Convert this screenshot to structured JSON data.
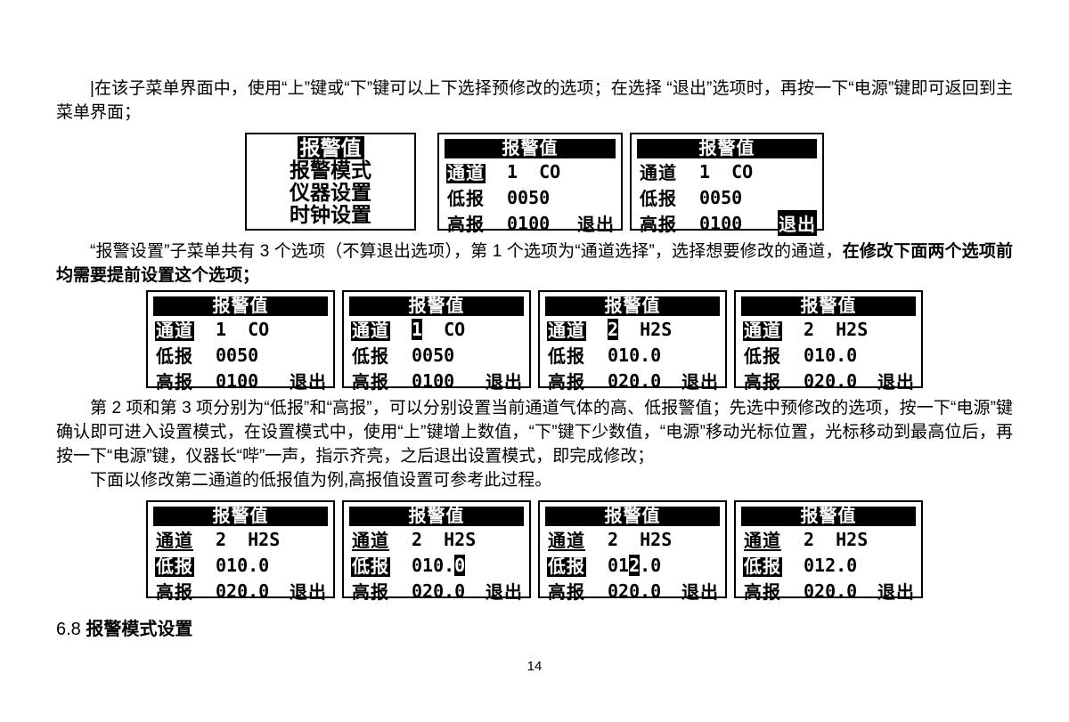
{
  "colors": {
    "text": "#000000",
    "background": "#ffffff",
    "lcd_invert_bg": "#000000",
    "lcd_invert_fg": "#ffffff"
  },
  "paragraphs": {
    "p1": "|在该子菜单界面中，使用“上”键或“下”键可以上下选择预修改的选项；在选择 “退出”选项时，再按一下“电源”键即可返回到主菜单界面；",
    "p2_normal": "“报警设置”子菜单共有 3 个选项（不算退出选项），第 1 个选项为“通道选择”，选择想要修改的通道，",
    "p2_bold": "在修改下面两个选项前均需要提前设置这个选项；",
    "p3": "第 2 项和第 3 项分别为“低报”和“高报”，可以分别设置当前通道气体的高、低报警值；先选中预修改的选项，按一下“电源”键确认即可进入设置模式，在设置模式中，使用“上”键增上数值，“下”键下少数值，“电源”移动光标位置，光标移动到最高位后，再按一下“电源”键，仪器长“哔”一声，指示齐亮，之后退出设置模式，即完成修改；",
    "p4": "下面以修改第二通道的低报值为例,高报值设置可参考此过程。"
  },
  "heading": {
    "number": "6.8",
    "text": "报警模式设置"
  },
  "page": {
    "number": "14"
  },
  "screens": {
    "row1": [
      {
        "type": "menu",
        "items": [
          {
            "text": "报警值",
            "hl": true
          },
          {
            "text": "报警模式",
            "hl": false
          },
          {
            "text": "仪器设置",
            "hl": false
          },
          {
            "text": "时钟设置",
            "hl": false
          }
        ]
      },
      {
        "type": "alarm",
        "title": "报警值",
        "rows": [
          {
            "label": {
              "text": "通道",
              "style": "hl"
            },
            "value": [
              {
                "t": "1  CO"
              }
            ]
          },
          {
            "label": {
              "text": "低报",
              "style": "norm"
            },
            "value": [
              {
                "t": "0050"
              }
            ]
          },
          {
            "label": {
              "text": "高报",
              "style": "norm"
            },
            "value": [
              {
                "t": "0100"
              }
            ],
            "exit": {
              "text": "退出",
              "hl": false
            }
          }
        ]
      },
      {
        "type": "alarm",
        "title": "报警值",
        "rows": [
          {
            "label": {
              "text": "通道",
              "style": "norm"
            },
            "value": [
              {
                "t": "1  CO"
              }
            ]
          },
          {
            "label": {
              "text": "低报",
              "style": "norm"
            },
            "value": [
              {
                "t": "0050"
              }
            ]
          },
          {
            "label": {
              "text": "高报",
              "style": "norm"
            },
            "value": [
              {
                "t": "0100"
              }
            ],
            "exit": {
              "text": "退出",
              "hl": true
            }
          }
        ]
      }
    ],
    "row2": [
      {
        "type": "alarm",
        "title": "报警值",
        "rows": [
          {
            "label": {
              "text": "通道",
              "style": "hl"
            },
            "value": [
              {
                "t": "1  CO"
              }
            ]
          },
          {
            "label": {
              "text": "低报",
              "style": "norm"
            },
            "value": [
              {
                "t": "0050"
              }
            ]
          },
          {
            "label": {
              "text": "高报",
              "style": "norm"
            },
            "value": [
              {
                "t": "0100"
              }
            ],
            "exit": {
              "text": "退出",
              "hl": false
            }
          }
        ]
      },
      {
        "type": "alarm",
        "title": "报警值",
        "rows": [
          {
            "label": {
              "text": "通道",
              "style": "hl"
            },
            "value": [
              {
                "t": "1",
                "hl": true
              },
              {
                "t": "  CO"
              }
            ]
          },
          {
            "label": {
              "text": "低报",
              "style": "norm"
            },
            "value": [
              {
                "t": "0050"
              }
            ]
          },
          {
            "label": {
              "text": "高报",
              "style": "norm"
            },
            "value": [
              {
                "t": "0100"
              }
            ],
            "exit": {
              "text": "退出",
              "hl": false
            }
          }
        ]
      },
      {
        "type": "alarm",
        "title": "报警值",
        "rows": [
          {
            "label": {
              "text": "通道",
              "style": "hl"
            },
            "value": [
              {
                "t": "2",
                "hl": true
              },
              {
                "t": "  H2S"
              }
            ]
          },
          {
            "label": {
              "text": "低报",
              "style": "norm"
            },
            "value": [
              {
                "t": "010.0"
              }
            ]
          },
          {
            "label": {
              "text": "高报",
              "style": "norm"
            },
            "value": [
              {
                "t": "020.0"
              }
            ],
            "exit": {
              "text": "退出",
              "hl": false
            }
          }
        ]
      },
      {
        "type": "alarm",
        "title": "报警值",
        "rows": [
          {
            "label": {
              "text": "通道",
              "style": "hl"
            },
            "value": [
              {
                "t": "2  H2S"
              }
            ]
          },
          {
            "label": {
              "text": "低报",
              "style": "norm"
            },
            "value": [
              {
                "t": "010.0"
              }
            ]
          },
          {
            "label": {
              "text": "高报",
              "style": "norm"
            },
            "value": [
              {
                "t": "020.0"
              }
            ],
            "exit": {
              "text": "退出",
              "hl": false
            }
          }
        ]
      }
    ],
    "row3": [
      {
        "type": "alarm",
        "title": "报警值",
        "rows": [
          {
            "label": {
              "text": "通道",
              "style": "ul"
            },
            "value": [
              {
                "t": "2  H2S"
              }
            ]
          },
          {
            "label": {
              "text": "低报",
              "style": "hl"
            },
            "value": [
              {
                "t": "010.0"
              }
            ]
          },
          {
            "label": {
              "text": "高报",
              "style": "norm"
            },
            "value": [
              {
                "t": "020.0"
              }
            ],
            "exit": {
              "text": "退出",
              "hl": false
            }
          }
        ]
      },
      {
        "type": "alarm",
        "title": "报警值",
        "rows": [
          {
            "label": {
              "text": "通道",
              "style": "ul"
            },
            "value": [
              {
                "t": "2  H2S"
              }
            ]
          },
          {
            "label": {
              "text": "低报",
              "style": "hl"
            },
            "value": [
              {
                "t": "010."
              },
              {
                "t": "0",
                "hl": true
              }
            ]
          },
          {
            "label": {
              "text": "高报",
              "style": "norm"
            },
            "value": [
              {
                "t": "020.0"
              }
            ],
            "exit": {
              "text": "退出",
              "hl": false
            }
          }
        ]
      },
      {
        "type": "alarm",
        "title": "报警值",
        "rows": [
          {
            "label": {
              "text": "通道",
              "style": "ul"
            },
            "value": [
              {
                "t": "2  H2S"
              }
            ]
          },
          {
            "label": {
              "text": "低报",
              "style": "hl"
            },
            "value": [
              {
                "t": "01"
              },
              {
                "t": "2",
                "hl": true
              },
              {
                "t": ".0"
              }
            ]
          },
          {
            "label": {
              "text": "高报",
              "style": "norm"
            },
            "value": [
              {
                "t": "020.0"
              }
            ],
            "exit": {
              "text": "退出",
              "hl": false
            }
          }
        ]
      },
      {
        "type": "alarm",
        "title": "报警值",
        "rows": [
          {
            "label": {
              "text": "通道",
              "style": "ul"
            },
            "value": [
              {
                "t": "2  H2S"
              }
            ]
          },
          {
            "label": {
              "text": "低报",
              "style": "hl"
            },
            "value": [
              {
                "t": "012.0"
              }
            ]
          },
          {
            "label": {
              "text": "高报",
              "style": "norm"
            },
            "value": [
              {
                "t": "020.0"
              }
            ],
            "exit": {
              "text": "退出",
              "hl": false
            }
          }
        ]
      }
    ]
  }
}
